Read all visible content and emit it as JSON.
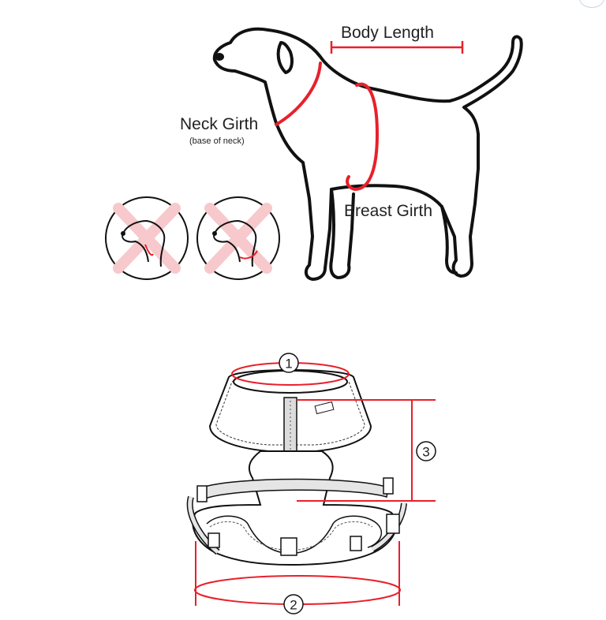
{
  "labels": {
    "body_length": "Body Length",
    "neck_girth": "Neck Girth",
    "neck_girth_note": "(base of neck)",
    "breast_girth": "Breast Girth"
  },
  "harness": {
    "marker_1": "1",
    "marker_2": "2",
    "marker_3": "3"
  },
  "colors": {
    "measure_red": "#e8202a",
    "outline": "#111111",
    "forbidden_pink": "#f7c9cc"
  },
  "icons": [
    "wrong-neck-position-icon",
    "wrong-neck-position-icon"
  ]
}
